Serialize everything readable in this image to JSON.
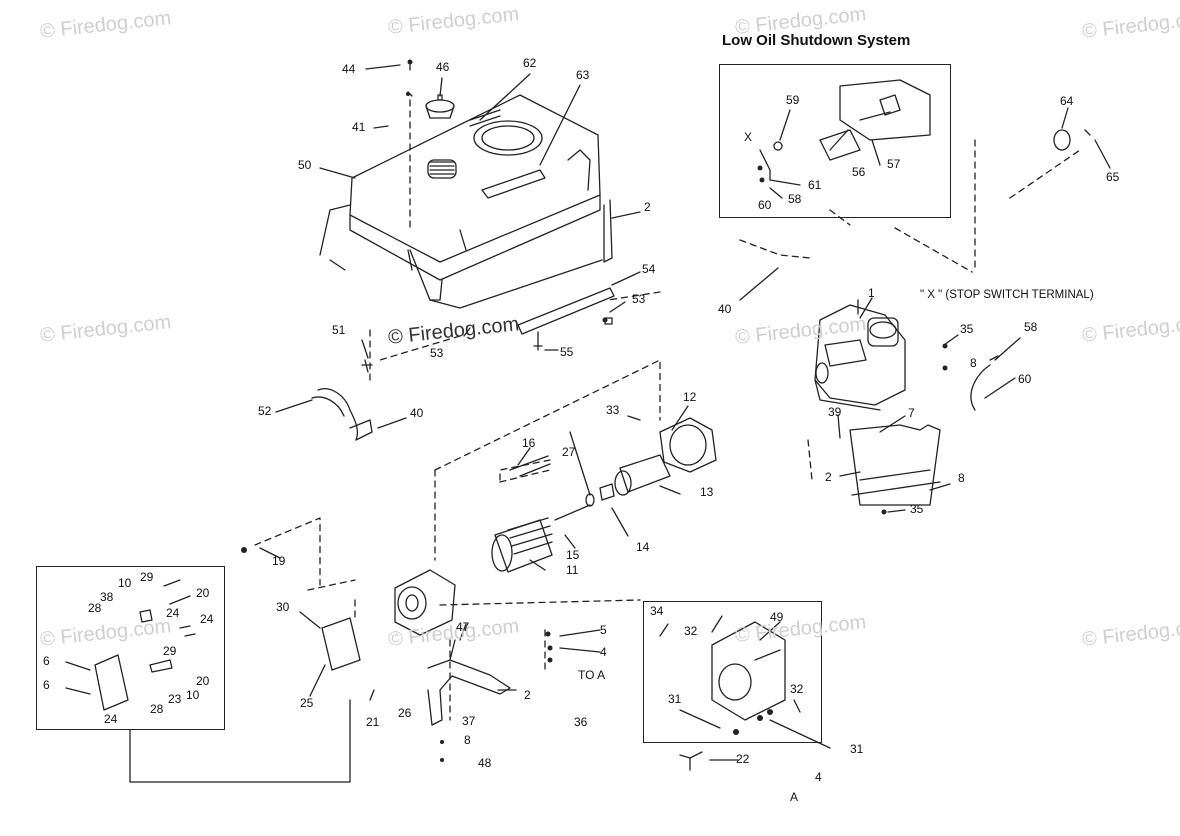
{
  "diagram": {
    "title": "Low Oil Shutdown System",
    "stop_switch_note": "\" X \" (STOP SWITCH TERMINAL)",
    "watermark_text": "© Firedog.com",
    "part_labels": {
      "p44": "44",
      "p46": "46",
      "p62": "62",
      "p63": "63",
      "p41": "41",
      "p50": "50",
      "p2a": "2",
      "p54": "54",
      "p53a": "53",
      "p53b": "53",
      "p55": "55",
      "p51": "51",
      "p52": "52",
      "p40a": "40",
      "p40b": "40",
      "p1": "1",
      "p35a": "35",
      "p8a": "8",
      "p58a": "58",
      "p60a": "60",
      "p39": "39",
      "p7": "7",
      "p2b": "2",
      "p8b": "8",
      "p35b": "35",
      "p12": "12",
      "p33": "33",
      "p16": "16",
      "p27": "27",
      "p13": "13",
      "p14": "14",
      "p15": "15",
      "p11": "11",
      "p19": "19",
      "p59": "59",
      "x": "X",
      "p57": "57",
      "p56": "56",
      "p61": "61",
      "p60b": "60",
      "p58b": "58",
      "p64": "64",
      "p65": "65",
      "p29a": "29",
      "p10a": "10",
      "p20a": "20",
      "p38": "38",
      "p28a": "28",
      "p24a": "24",
      "p24b": "24",
      "p29b": "29",
      "p20b": "20",
      "p6a": "6",
      "p6b": "6",
      "p23": "23",
      "p10b": "10",
      "p28b": "28",
      "p24c": "24",
      "p30": "30",
      "p25": "25",
      "p21": "21",
      "p26": "26",
      "p47": "47",
      "p5": "5",
      "p4a": "4",
      "to_a": "TO  A",
      "p2c": "2",
      "p37": "37",
      "p8c": "8",
      "p36": "36",
      "p48": "48",
      "p34": "34",
      "p32a": "32",
      "p49": "49",
      "p32b": "32",
      "p31a": "31",
      "p31b": "31",
      "p22": "22",
      "p4b": "4",
      "a": "A"
    }
  }
}
